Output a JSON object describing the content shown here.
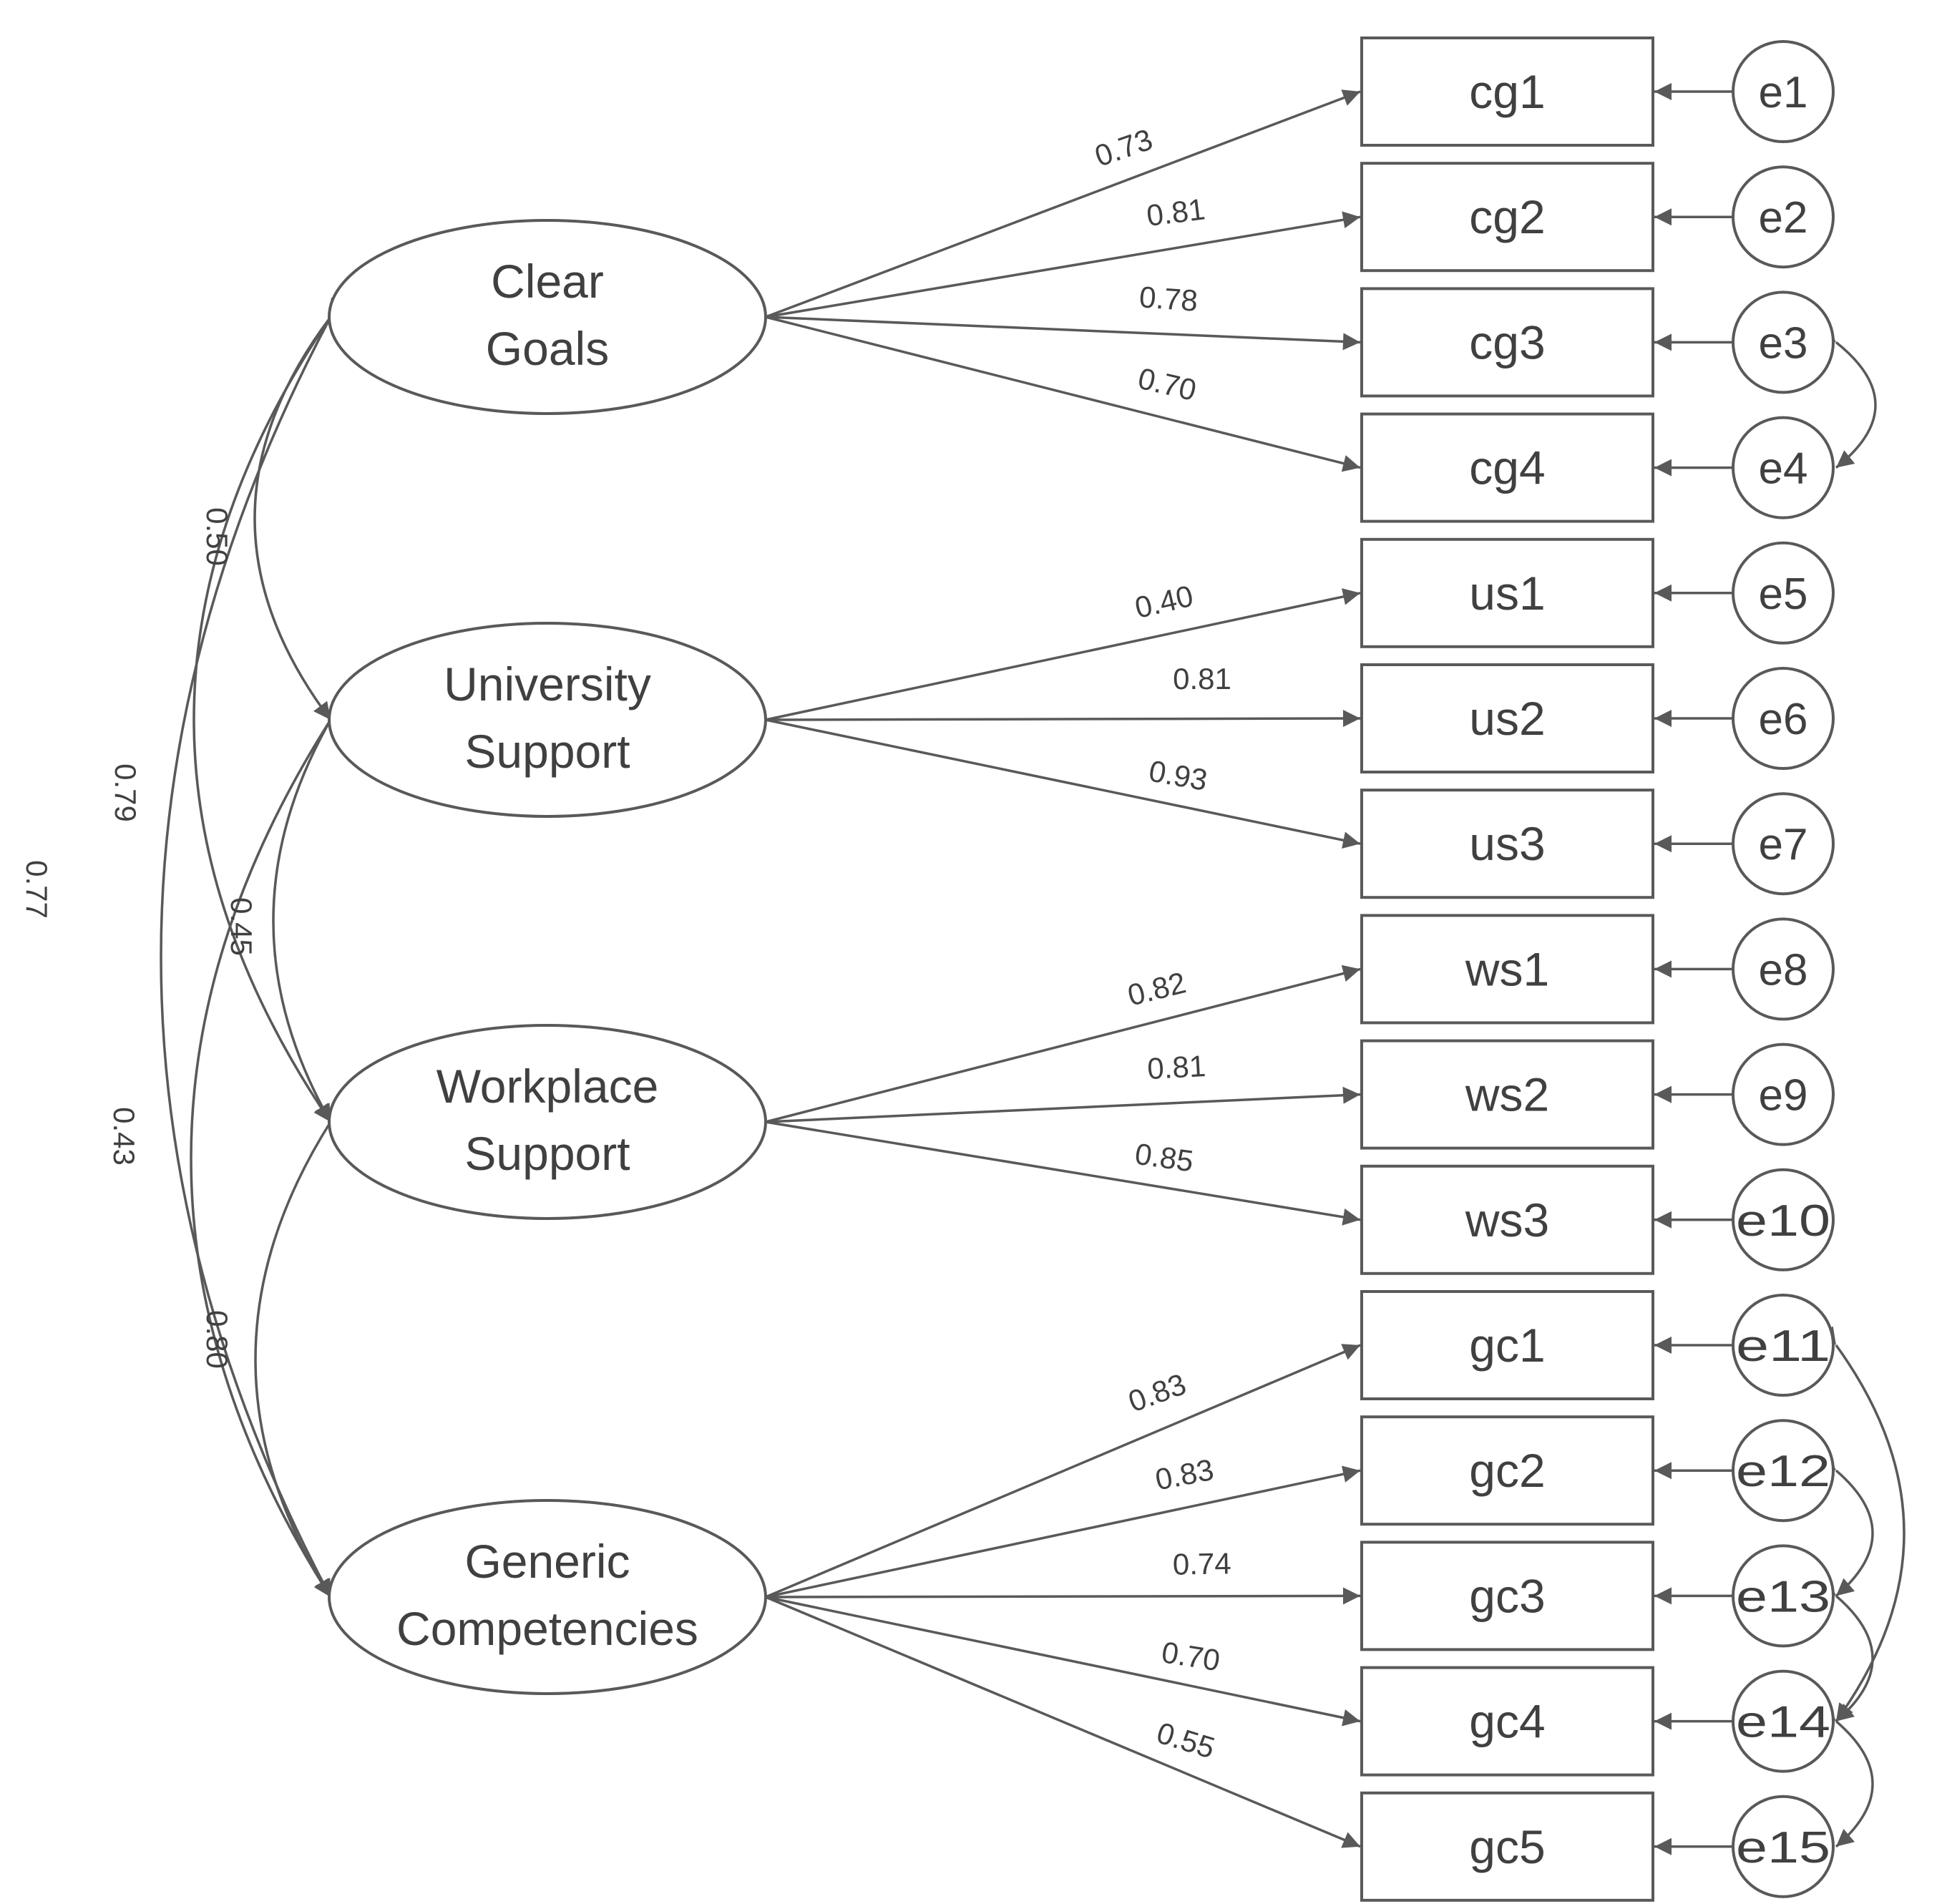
{
  "latent_factors": [
    {
      "id": "cg",
      "lines": [
        "Clear",
        "Goals"
      ]
    },
    {
      "id": "us",
      "lines": [
        "University",
        "Support"
      ]
    },
    {
      "id": "ws",
      "lines": [
        "Workplace",
        "Support"
      ]
    },
    {
      "id": "gc",
      "lines": [
        "Generic",
        "Competencies"
      ]
    }
  ],
  "indicators": [
    "cg1",
    "cg2",
    "cg3",
    "cg4",
    "us1",
    "us2",
    "us3",
    "ws1",
    "ws2",
    "ws3",
    "gc1",
    "gc2",
    "gc3",
    "gc4",
    "gc5"
  ],
  "error_terms": [
    "e1",
    "e2",
    "e3",
    "e4",
    "e5",
    "e6",
    "e7",
    "e8",
    "e9",
    "e10",
    "e11",
    "e12",
    "e13",
    "e14",
    "e15"
  ],
  "factor_loadings": [
    {
      "factor": "cg",
      "indicator": "cg1",
      "value": "0.73"
    },
    {
      "factor": "cg",
      "indicator": "cg2",
      "value": "0.81"
    },
    {
      "factor": "cg",
      "indicator": "cg3",
      "value": "0.78"
    },
    {
      "factor": "cg",
      "indicator": "cg4",
      "value": "0.70"
    },
    {
      "factor": "us",
      "indicator": "us1",
      "value": "0.40"
    },
    {
      "factor": "us",
      "indicator": "us2",
      "value": "0.81"
    },
    {
      "factor": "us",
      "indicator": "us3",
      "value": "0.93"
    },
    {
      "factor": "ws",
      "indicator": "ws1",
      "value": "0.82"
    },
    {
      "factor": "ws",
      "indicator": "ws2",
      "value": "0.81"
    },
    {
      "factor": "ws",
      "indicator": "ws3",
      "value": "0.85"
    },
    {
      "factor": "gc",
      "indicator": "gc1",
      "value": "0.83"
    },
    {
      "factor": "gc",
      "indicator": "gc2",
      "value": "0.83"
    },
    {
      "factor": "gc",
      "indicator": "gc3",
      "value": "0.74"
    },
    {
      "factor": "gc",
      "indicator": "gc4",
      "value": "0.70"
    },
    {
      "factor": "gc",
      "indicator": "gc5",
      "value": "0.55"
    }
  ],
  "factor_correlations": [
    {
      "from": "cg",
      "to": "us",
      "value": "0.50"
    },
    {
      "from": "us",
      "to": "ws",
      "value": "0.45"
    },
    {
      "from": "ws",
      "to": "gc",
      "value": "0.80"
    },
    {
      "from": "cg",
      "to": "ws",
      "value": "0.79"
    },
    {
      "from": "us",
      "to": "gc",
      "value": "0.43"
    },
    {
      "from": "cg",
      "to": "gc",
      "value": "0.77"
    }
  ],
  "error_covariances": [
    {
      "from": "e3",
      "to": "e4"
    },
    {
      "from": "e11",
      "to": "e14"
    },
    {
      "from": "e12",
      "to": "e13"
    },
    {
      "from": "e13",
      "to": "e14"
    },
    {
      "from": "e14",
      "to": "e15"
    }
  ],
  "colors": {
    "stroke": "#595959",
    "text": "#404040",
    "background": "#ffffff"
  }
}
